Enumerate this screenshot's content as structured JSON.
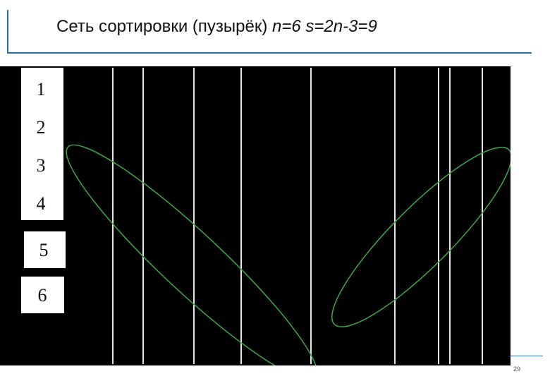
{
  "slide": {
    "title_text": "Сеть сортировки (пузырёк) ",
    "title_formula": "n=6 s=2n-3=9",
    "page_number": "29"
  },
  "network": {
    "line_labels": [
      "1",
      "2",
      "3",
      "4",
      "5",
      "6"
    ],
    "comparator_count": 9,
    "highlight_color": "#3ca84a",
    "comparator_color": "#e6e6e6"
  }
}
